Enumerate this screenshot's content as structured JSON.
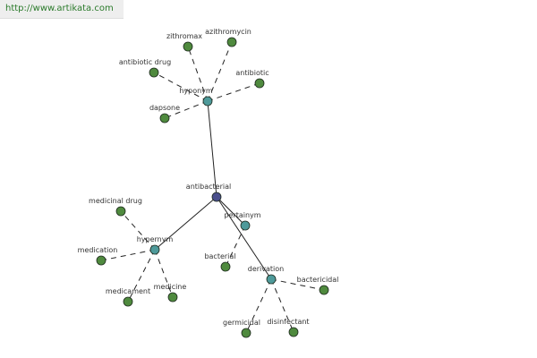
{
  "banner": {
    "url_text": "http://www.artikata.com"
  },
  "colors": {
    "center_node": "#4a4f8c",
    "relation_node": "#4e9a9a",
    "word_node": "#4f8a3e",
    "solid_edge": "#222222",
    "dashed_edge": "#222222"
  },
  "graph": {
    "nodes": [
      {
        "id": "antibacterial",
        "label": "antibacterial",
        "kind": "center"
      },
      {
        "id": "hyponym",
        "label": "hyponym",
        "kind": "relation"
      },
      {
        "id": "hypernym",
        "label": "hypernym",
        "kind": "relation"
      },
      {
        "id": "pertainym",
        "label": "pertainym",
        "kind": "relation"
      },
      {
        "id": "derivation",
        "label": "derivation",
        "kind": "relation"
      },
      {
        "id": "zithromax",
        "label": "zithromax",
        "kind": "word"
      },
      {
        "id": "azithromycin",
        "label": "azithromycin",
        "kind": "word"
      },
      {
        "id": "antibiotic-drug",
        "label": "antibiotic drug",
        "kind": "word"
      },
      {
        "id": "antibiotic",
        "label": "antibiotic",
        "kind": "word"
      },
      {
        "id": "dapsone",
        "label": "dapsone",
        "kind": "word"
      },
      {
        "id": "medicinal-drug",
        "label": "medicinal drug",
        "kind": "word"
      },
      {
        "id": "medication",
        "label": "medication",
        "kind": "word"
      },
      {
        "id": "medicament",
        "label": "medicament",
        "kind": "word"
      },
      {
        "id": "medicine",
        "label": "medicine",
        "kind": "word"
      },
      {
        "id": "bacterial",
        "label": "bacterial",
        "kind": "word"
      },
      {
        "id": "bactericidal",
        "label": "bactericidal",
        "kind": "word"
      },
      {
        "id": "germicidal",
        "label": "germicidal",
        "kind": "word"
      },
      {
        "id": "disinfectant",
        "label": "disinfectant",
        "kind": "word"
      }
    ],
    "edges": [
      {
        "from": "antibacterial",
        "to": "hyponym",
        "style": "solid"
      },
      {
        "from": "antibacterial",
        "to": "hypernym",
        "style": "solid"
      },
      {
        "from": "antibacterial",
        "to": "derivation",
        "style": "solid"
      },
      {
        "from": "antibacterial",
        "to": "pertainym",
        "style": "solid"
      },
      {
        "from": "hyponym",
        "to": "zithromax",
        "style": "dashed"
      },
      {
        "from": "hyponym",
        "to": "azithromycin",
        "style": "dashed"
      },
      {
        "from": "hyponym",
        "to": "antibiotic-drug",
        "style": "dashed"
      },
      {
        "from": "hyponym",
        "to": "antibiotic",
        "style": "dashed"
      },
      {
        "from": "hyponym",
        "to": "dapsone",
        "style": "dashed"
      },
      {
        "from": "hypernym",
        "to": "medicinal-drug",
        "style": "dashed"
      },
      {
        "from": "hypernym",
        "to": "medication",
        "style": "dashed"
      },
      {
        "from": "hypernym",
        "to": "medicament",
        "style": "dashed"
      },
      {
        "from": "hypernym",
        "to": "medicine",
        "style": "dashed"
      },
      {
        "from": "pertainym",
        "to": "bacterial",
        "style": "dashed"
      },
      {
        "from": "derivation",
        "to": "bactericidal",
        "style": "dashed"
      },
      {
        "from": "derivation",
        "to": "germicidal",
        "style": "dashed"
      },
      {
        "from": "derivation",
        "to": "disinfectant",
        "style": "dashed"
      }
    ]
  }
}
